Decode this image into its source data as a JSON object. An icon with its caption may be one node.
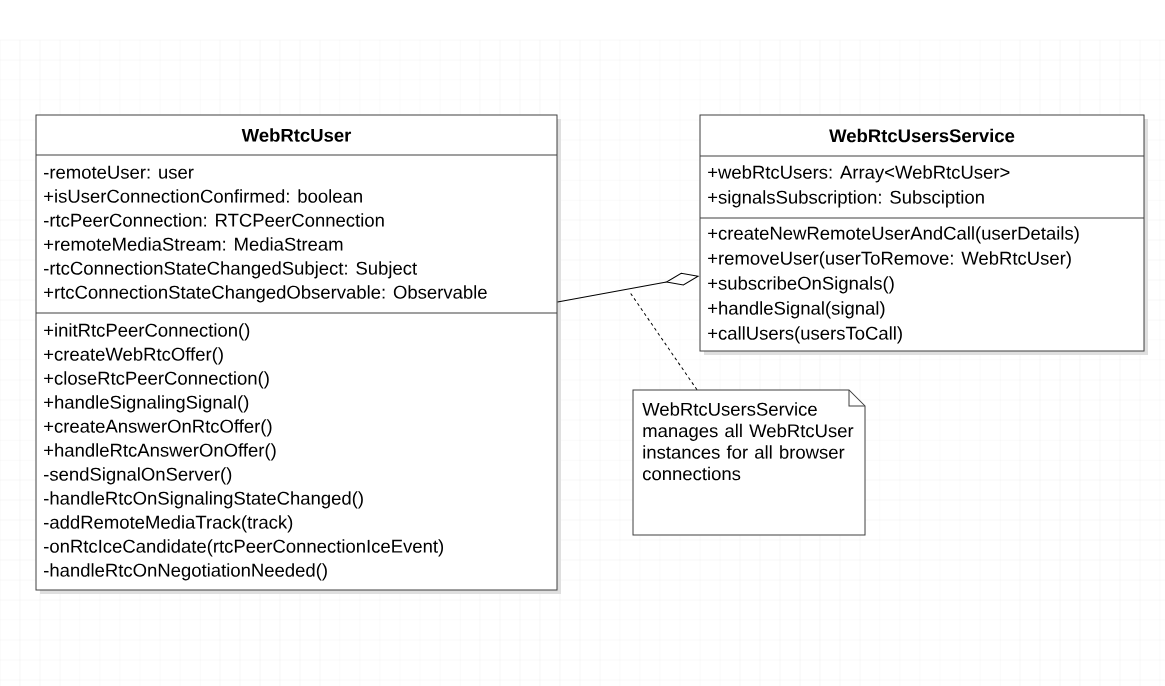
{
  "diagram": {
    "nodes": [
      {
        "text": [
          "WebRtcUser",
          "-remoteUser: user",
          "+isUserConnectionConfirmed: boolean",
          "-rtcPeerConnection: RTCPeerConnection",
          "+remoteMediaStream: MediaStream",
          "-rtcConnectionStateChangedSubject: Subject",
          "+rtcConnectionStateChangedObservable: Observable",
          "+initRtcPeerConnection()",
          "+createWebRtcOffer()",
          "+closeRtcPeerConnection()",
          "+handleSignalingSignal()",
          "+createAnswerOnRtcOffer()",
          "+handleRtcAnswerOnOffer()",
          "-sendSignalOnServer()",
          "-handleRtcOnSignalingStateChanged()",
          "-addRemoteMediaTrack(track)",
          "-onRtcIceCandidate(rtcPeerConnectionIceEvent)",
          "-handleRtcOnNegotiationNeeded()"
        ]
      },
      {
        "text": [
          "WebRtcUsersService",
          "+webRtcUsers: Array<WebRtcUser>",
          "+signalsSubscription: Subsciption",
          "+createNewRemoteUserAndCall(userDetails)",
          "+removeUser(userToRemove: WebRtcUser)",
          "+subscribeOnSignals()",
          "+handleSignal(signal)",
          "+callUsers(usersToCall)"
        ]
      },
      {
        "text": [
          "WebRtcUsersService manages all WebRtcUser instances for all browser connections"
        ]
      }
    ],
    "edges": [
      {
        "from": 0,
        "to": 1,
        "arrow": "other"
      },
      {
        "from": 2,
        "to": null,
        "arrow": "none",
        "style": "dashed"
      }
    ]
  }
}
